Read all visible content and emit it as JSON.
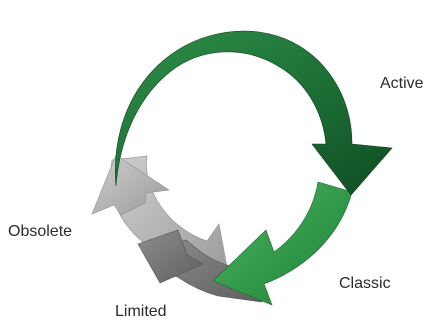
{
  "diagram": {
    "stages": [
      {
        "id": "active",
        "label": "Active",
        "color": "#1f7a3a"
      },
      {
        "id": "classic",
        "label": "Classic",
        "color": "#2e9a48"
      },
      {
        "id": "limited",
        "label": "Limited",
        "color": "#7a7a7a"
      },
      {
        "id": "obsolete",
        "label": "Obsolete",
        "color": "#a8a8a8"
      }
    ]
  }
}
